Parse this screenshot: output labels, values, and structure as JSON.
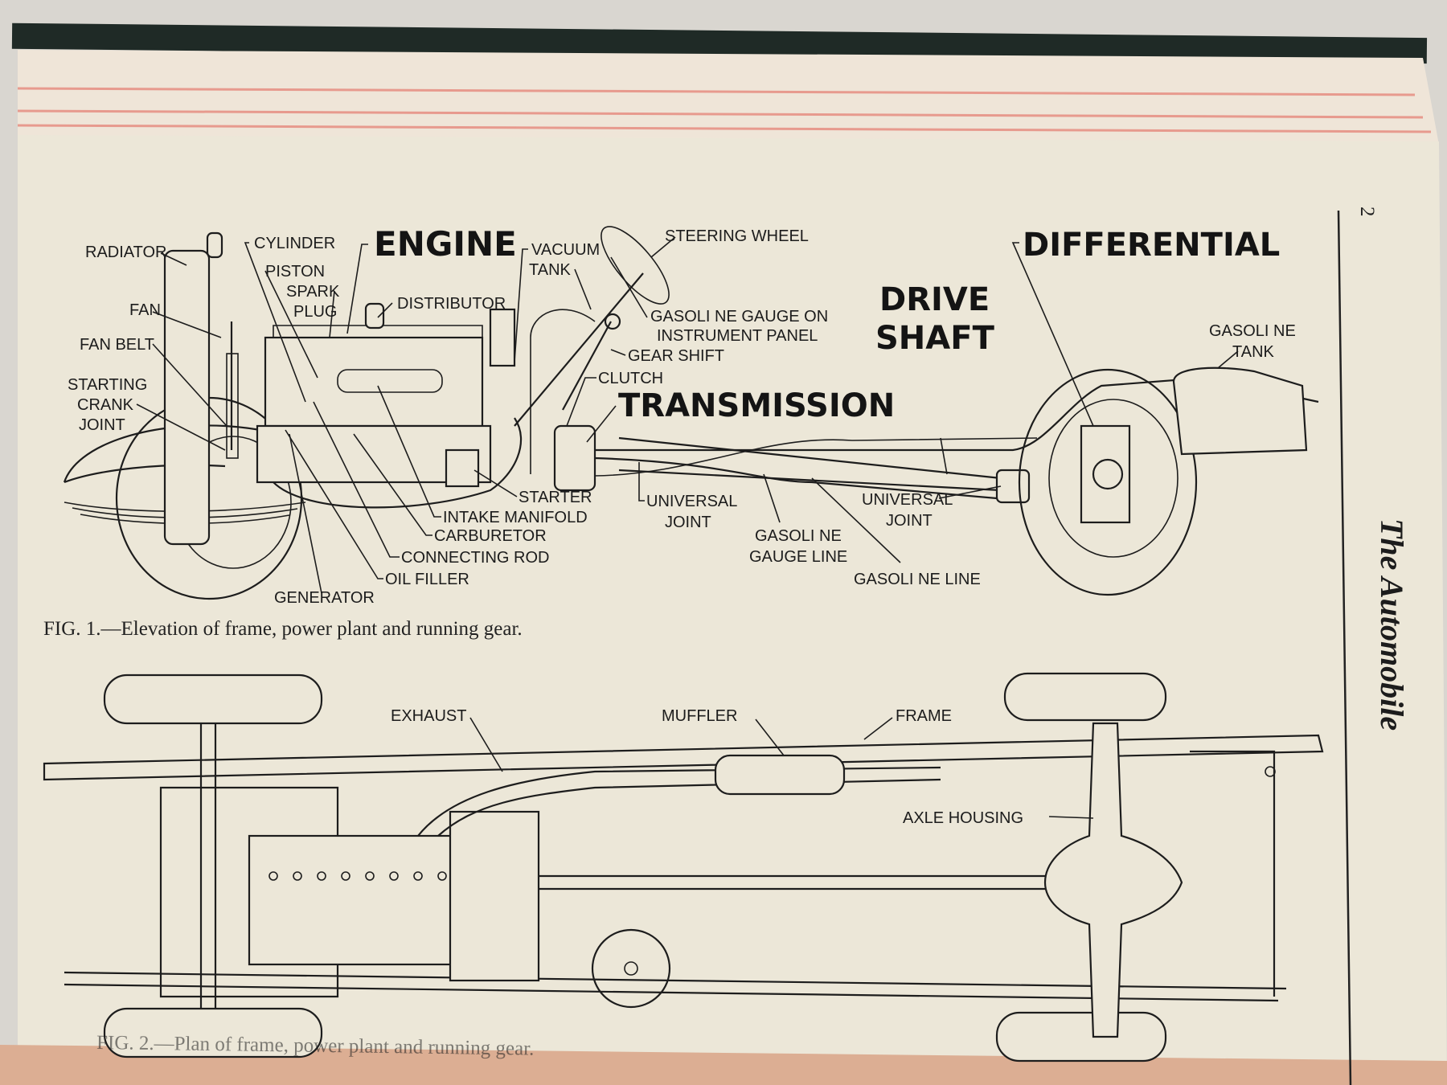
{
  "page": {
    "page_number": "2",
    "running_head": "The Automobile",
    "colors": {
      "paper": "#ece7d8",
      "page_edge": "#e79a8e",
      "cover": "#1f2a26",
      "bottom_cover": "#dcae93",
      "ink": "#1c1c1c"
    }
  },
  "figure1": {
    "caption": "FIG. 1.—Elevation of frame, power plant and running gear.",
    "headings": [
      "ENGINE",
      "DIFFERENTIAL",
      "DRIVE",
      "SHAFT",
      "TRANSMISSION"
    ],
    "labels": [
      "RADIATOR",
      "CYLINDER",
      "VACUUM",
      "TANK",
      "STEERING WHEEL",
      "PISTON",
      "SPARK",
      "PLUG",
      "DISTRIBUTOR",
      "FAN",
      "GASOLI NE GAUGE ON",
      "INSTRUMENT PANEL",
      "GASOLI NE",
      "TANK",
      "FAN BELT",
      "GEAR SHIFT",
      "CLUTCH",
      "STARTING",
      "CRANK",
      "JOINT",
      "STARTER",
      "UNIVERSAL",
      "JOINT",
      "UNIVERSAL",
      "JOINT",
      "INTAKE MANIFOLD",
      "CARBURETOR",
      "GASOLI NE",
      "GAUGE LINE",
      "CONNECTING ROD",
      "GASOLI NE LINE",
      "OIL FILLER",
      "GENERATOR"
    ]
  },
  "figure2": {
    "caption": "FIG. 2.—Plan of frame, power plant and running gear.",
    "labels": [
      "EXHAUST",
      "MUFFLER",
      "FRAME",
      "AXLE HOUSING"
    ]
  }
}
